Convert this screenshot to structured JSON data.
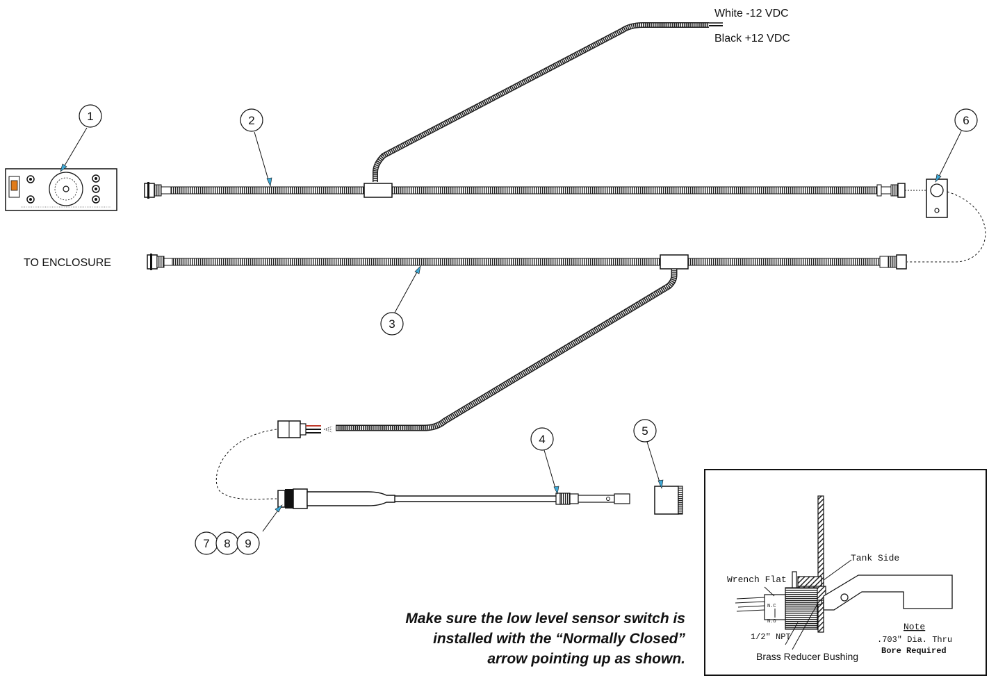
{
  "wire_labels": {
    "white": "White  -12 VDC",
    "black": "Black  +12 VDC"
  },
  "to_enclosure": "TO ENCLOSURE",
  "callouts": [
    "1",
    "2",
    "3",
    "4",
    "5",
    "6",
    "7",
    "8",
    "9"
  ],
  "note_lines": [
    "Make sure the low level sensor switch is",
    "installed with the “Normally Closed”",
    "arrow pointing up as shown."
  ],
  "detail": {
    "tank_side": "Tank Side",
    "wrench_flat": "Wrench Flat",
    "npt": "1/2\" NPT",
    "note_title": "Note",
    "note_line1": ".703\" Dia. Thru",
    "note_line2": "Bore Required",
    "bushing": "Brass Reducer Bushing",
    "nc": "N.C",
    "no": "N.O"
  },
  "colors": {
    "line": "#111111",
    "arrow": "#3fa9d6",
    "switch": "#e07b1a"
  }
}
